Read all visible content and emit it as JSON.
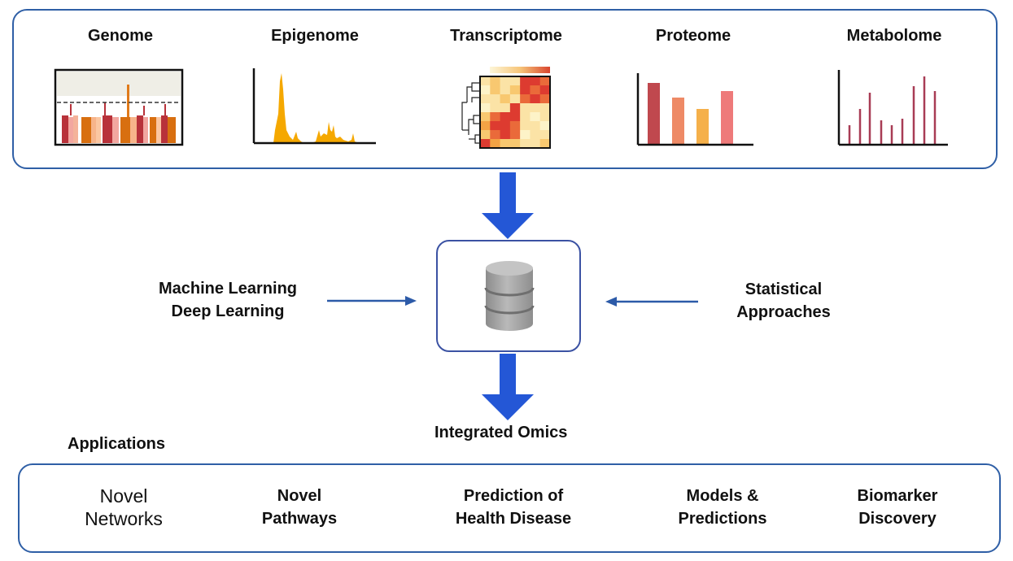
{
  "diagram": {
    "omics": [
      {
        "label": "Genome",
        "chart": "manhattan-plot"
      },
      {
        "label": "Epigenome",
        "chart": "peak-signal-plot"
      },
      {
        "label": "Transcriptome",
        "chart": "clustered-heatmap"
      },
      {
        "label": "Proteome",
        "chart": "bar-chart"
      },
      {
        "label": "Metabolome",
        "chart": "spectrum-plot"
      }
    ],
    "integration": {
      "left_input": {
        "line1": "Machine Learning",
        "line2": "Deep Learning"
      },
      "right_input": {
        "line1": "Statistical",
        "line2": "Approaches"
      },
      "center_icon": "database-icon",
      "output_label": "Integrated Omics"
    },
    "applications": {
      "heading": "Applications",
      "items": [
        {
          "line1": "Novel",
          "line2": "Networks"
        },
        {
          "line1": "Novel",
          "line2": "Pathways"
        },
        {
          "line1": "Prediction of",
          "line2": "Health Disease"
        },
        {
          "line1": "Models &",
          "line2": "Predictions"
        },
        {
          "line1": "Biomarker",
          "line2": "Discovery"
        }
      ]
    },
    "colors": {
      "box_border": "#2f5fa6",
      "arrow_blue": "#2457d6",
      "thin_arrow": "#2c5aa8",
      "database_gray": "#a9a9a9"
    }
  }
}
